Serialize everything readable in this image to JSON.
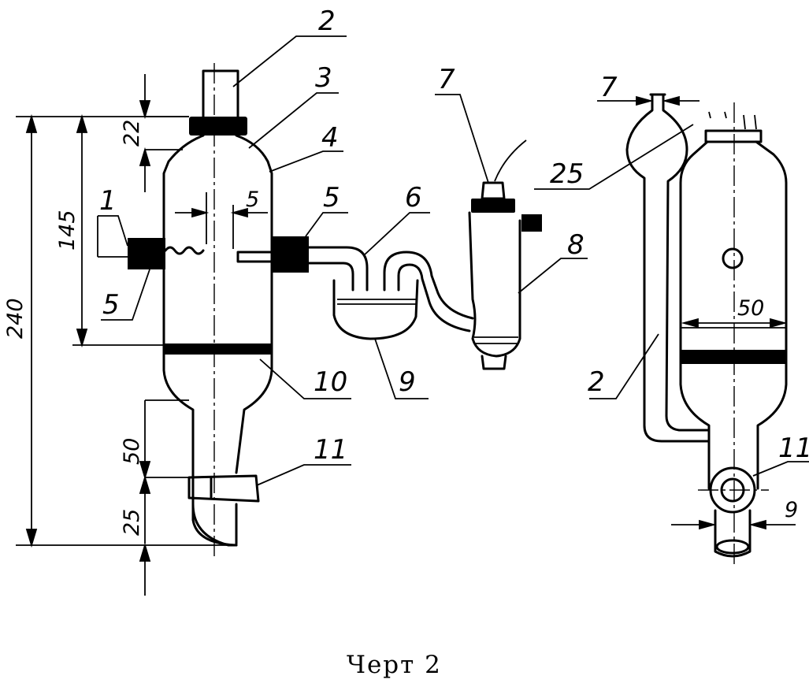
{
  "caption": "Черт  2",
  "labels": {
    "l1": "1",
    "l2": "2",
    "l3": "3",
    "l4": "4",
    "l5a": "5",
    "l5b": "5",
    "l6": "6",
    "l7a": "7",
    "l8": "8",
    "l9": "9",
    "l10": "10",
    "l11a": "11",
    "l7b": "7",
    "l25r": "25",
    "l2r": "2",
    "l11b": "11"
  },
  "dimensions": {
    "d240": "240",
    "d145": "145",
    "d22": "22",
    "d5": "5",
    "d50": "50",
    "d25": "25",
    "d50r": "50",
    "d9": "9"
  }
}
